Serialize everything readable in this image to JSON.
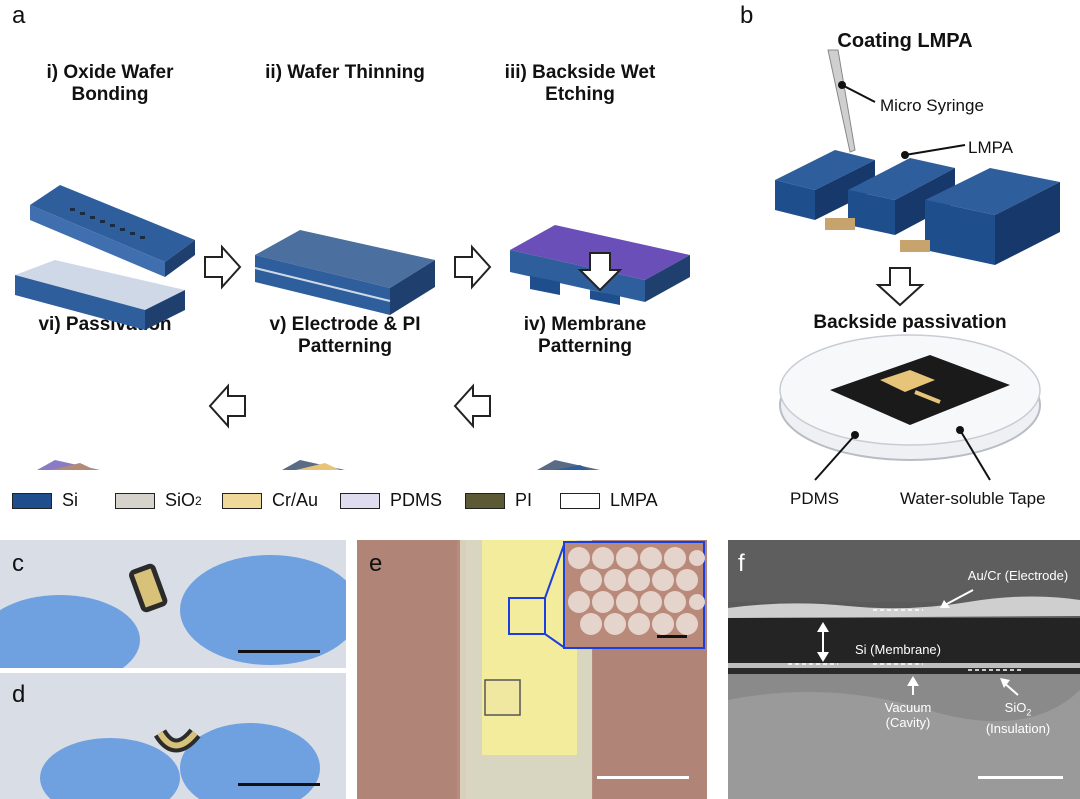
{
  "panels": {
    "a": "a",
    "b": "b",
    "c": "c",
    "d": "d",
    "e": "e",
    "f": "f"
  },
  "steps": {
    "s1_line1": "i) Oxide Wafer",
    "s1_line2": "Bonding",
    "s2": "ii) Wafer Thinning",
    "s3_line1": "iii) Backside Wet",
    "s3_line2": "Etching",
    "s4_line1": "iv) Membrane",
    "s4_line2": "Patterning",
    "s5_line1": "v) Electrode & PI",
    "s5_line2": "Patterning",
    "s6": "vi) Passivation"
  },
  "panel_b": {
    "title": "Coating LMPA",
    "micro_syringe": "Micro Syringe",
    "lmpa": "LMPA",
    "backside_passivation": "Backside passivation",
    "pdms": "PDMS",
    "tape": "Water-soluble Tape"
  },
  "legend": [
    {
      "label": "Si",
      "color": "#1f4e8c"
    },
    {
      "label": "SiO",
      "sub": "2",
      "color": "#d6d3cc"
    },
    {
      "label": "Cr/Au",
      "color": "#f0d79a"
    },
    {
      "label": "PDMS",
      "color": "#e0dcf0"
    },
    {
      "label": "PI",
      "color": "#5c5a34"
    },
    {
      "label": "LMPA",
      "color": "#ffffff"
    }
  ],
  "panel_f": {
    "electrode": "Au/Cr (Electrode)",
    "membrane": "Si (Membrane)",
    "vacuum_line1": "Vacuum",
    "vacuum_line2": "(Cavity)",
    "sio2_line1": "SiO",
    "sio2_sub": "2",
    "sio2_line2": "(Insulation)"
  },
  "colors": {
    "si": "#1f4e8c",
    "glove": "#6fa0e0",
    "gold": "#e6c57a",
    "micro_bg": "#b88a80",
    "sem_bg": "#5a5a5a"
  }
}
